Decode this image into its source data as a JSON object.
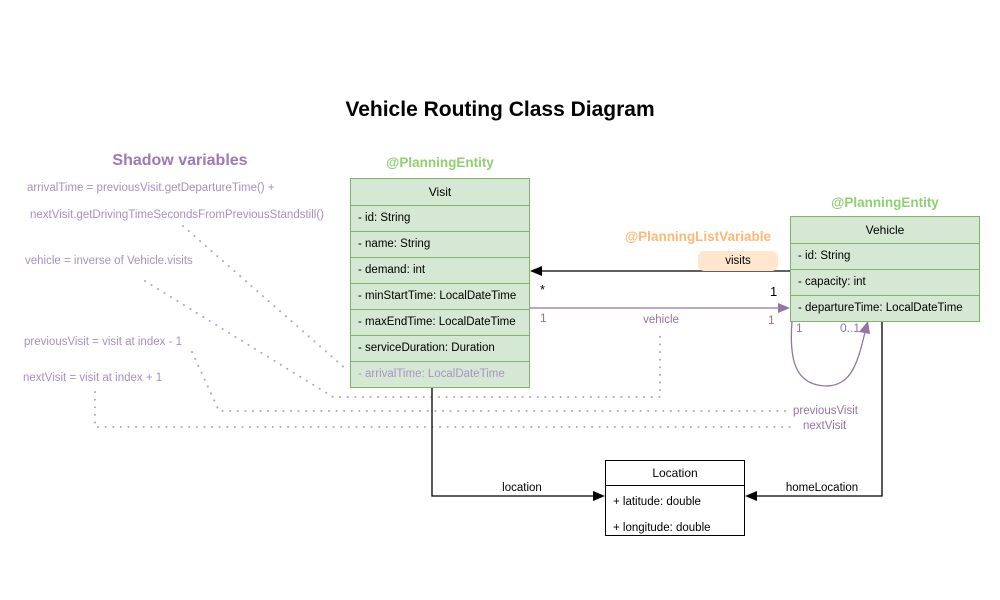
{
  "title": "Vehicle Routing Class Diagram",
  "shadow_panel": {
    "heading": "Shadow variables",
    "arrival_line1": "arrivalTime = previousVisit.getDepartureTime() +",
    "arrival_line2": "nextVisit.getDrivingTimeSecondsFromPreviousStandstill()",
    "vehicle_rule": "vehicle = inverse of Vehicle.visits",
    "previous_visit_rule": "previousVisit = visit at index - 1",
    "next_visit_rule": "nextVisit = visit at index + 1"
  },
  "annotations": {
    "visit_entity": "@PlanningEntity",
    "vehicle_entity": "@PlanningEntity",
    "planning_list_variable": "@PlanningListVariable"
  },
  "classes": {
    "visit": {
      "name": "Visit",
      "fields": [
        "- id: String",
        "- name: String",
        "- demand: int",
        "- minStartTime: LocalDateTime",
        "- maxEndTime: LocalDateTime",
        "- serviceDuration: Duration",
        "- arrivalTime: LocalDateTime"
      ]
    },
    "vehicle": {
      "name": "Vehicle",
      "fields": [
        "- id: String",
        "- capacity: int",
        "- departureTime: LocalDateTime"
      ]
    },
    "location": {
      "name": "Location",
      "fields": [
        "+ latitude: double",
        "+ longitude: double"
      ]
    }
  },
  "edges": {
    "visits": {
      "label": "visits",
      "mult_visit_end": "*",
      "mult_vehicle_end": "1"
    },
    "vehicle": {
      "label": "vehicle",
      "mult_left": "1",
      "mult_right": "1"
    },
    "self_loop": {
      "mult_left": "1",
      "mult_right": "0..1"
    },
    "location": {
      "label": "location"
    },
    "home_location": {
      "label": "homeLocation"
    },
    "previous_visit": {
      "label": "previousVisit"
    },
    "next_visit": {
      "label": "nextVisit"
    }
  },
  "colors": {
    "class_fill": "#d5e8d4",
    "class_border": "#82b366",
    "entity_annotation": "#90cf71",
    "list_variable_annotation": "#ffb873",
    "visits_badge_fill": "#ffe6cc",
    "purple_edge": "#9673a6",
    "purple_dotted": "#b7a1cc",
    "shadow_text": "#a98fc0",
    "black": "#000000"
  }
}
